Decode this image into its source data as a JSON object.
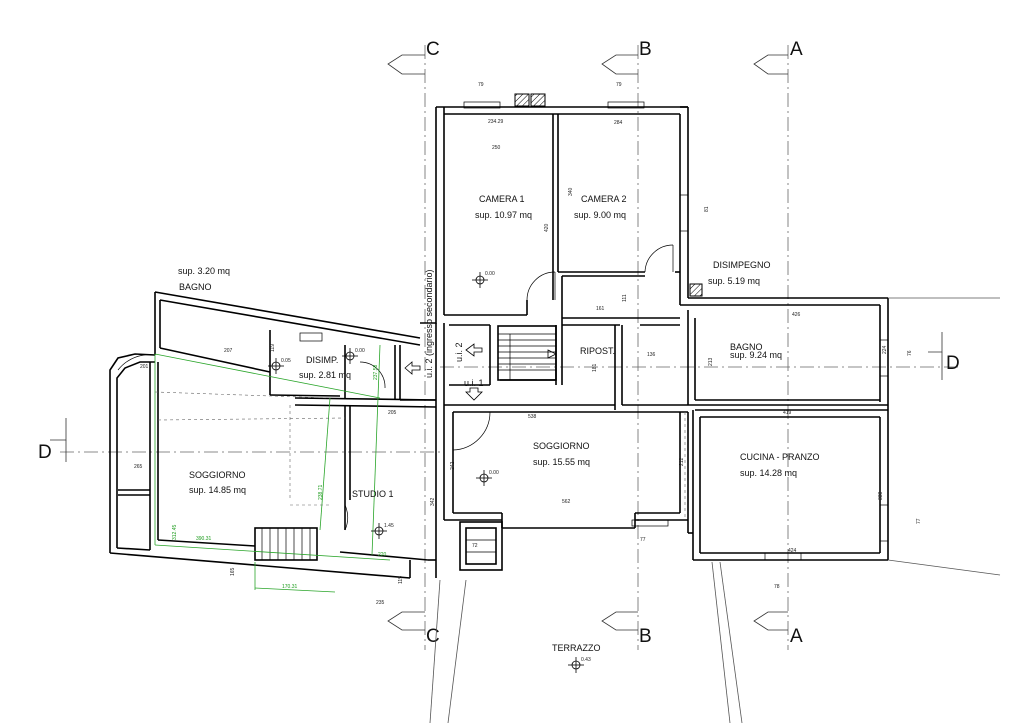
{
  "colors": {
    "wall": "#000000",
    "dim": "#444444",
    "green": "#2aa52a",
    "axis": "#555555"
  },
  "sections": {
    "c_top": "C",
    "b_top": "B",
    "a_top": "A",
    "c_bottom": "C",
    "b_bottom": "B",
    "a_bottom": "A",
    "d_right": "D",
    "d_left": "D"
  },
  "rooms": {
    "camera1": {
      "name": "CAMERA 1",
      "area": "sup. 10.97 mq"
    },
    "camera2": {
      "name": "CAMERA 2",
      "area": "sup. 9.00 mq"
    },
    "disimpegno": {
      "name": "DISIMPEGNO",
      "area": "sup. 5.19 mq"
    },
    "bagno_left": {
      "area": "sup. 3.20 mq",
      "name": "BAGNO"
    },
    "disimp": {
      "name": "DISIMP.",
      "area": "sup. 2.81 mq"
    },
    "ripost": {
      "name": "RIPOST."
    },
    "bagno_right": {
      "name": "BAGNO",
      "area": "sup. 9.24 mq"
    },
    "soggiorno_left": {
      "name": "SOGGIORNO",
      "area": "sup. 14.85 mq"
    },
    "studio": {
      "name": "STUDIO 1"
    },
    "soggiorno_main": {
      "name": "SOGGIORNO",
      "area": "sup. 15.55 mq"
    },
    "cucina": {
      "name": "CUCINA - PRANZO",
      "area": "sup. 14.28 mq"
    },
    "terrazzo": {
      "name": "TERRAZZO"
    }
  },
  "entrances": {
    "ui2": "u.i. 2 (ingresso secondario)",
    "ui2_short": "u.i. 2",
    "ui1": "u.i. 1"
  },
  "levels": {
    "camera1": "0.00",
    "bagno_left": "0.05",
    "disimp": "0.00",
    "soggiorno_main": "0.00",
    "studio": "1.45",
    "terrazzo": "0.43"
  },
  "dimensions": {
    "d79a": "79",
    "d23429": "234.29",
    "d250": "250",
    "d79b": "79",
    "d284": "284",
    "d340": "340",
    "d420": "420",
    "d81": "81",
    "d111": "111",
    "d161": "161",
    "d426": "426",
    "d224": "224",
    "d76": "76",
    "d136": "136",
    "d213": "213",
    "d181": "181",
    "d538": "538",
    "d419": "419",
    "d212": "212",
    "d242": "242",
    "d562": "562",
    "d338": "338",
    "d77a": "77",
    "d424": "424",
    "d78": "78",
    "d77b": "77",
    "d72": "72",
    "d207": "207",
    "d119": "119",
    "d205": "205",
    "d342": "342",
    "d201": "201",
    "d265": "265",
    "d165": "165",
    "d115": "115",
    "d235": "235",
    "g23758": "237.58",
    "g23871": "238.71",
    "g31245": "312.45",
    "g39031": "390.31",
    "g220": "220",
    "g17031": "170.31"
  }
}
